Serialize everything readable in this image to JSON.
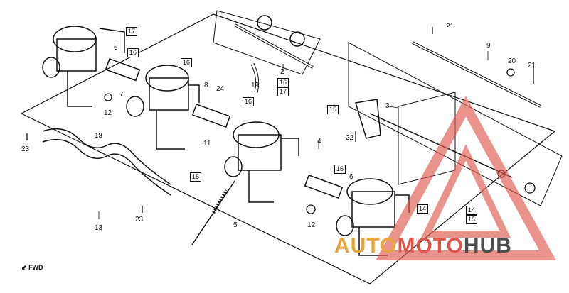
{
  "watermark": {
    "part1": "AUTO",
    "part2": "MOTO",
    "part3": "HUB",
    "color1": "#e8a43c",
    "color2": "#e0554a",
    "color3": "#4d4d4d"
  },
  "fwd_label": "FWD",
  "callouts": {
    "n2": "2",
    "n3": "3",
    "n4": "4",
    "n5": "5",
    "n6a": "6",
    "n6b": "6",
    "n7": "7",
    "n8": "8",
    "n9": "9",
    "n11": "11",
    "n12a": "12",
    "n12b": "12",
    "n13": "13",
    "n18": "18",
    "n19": "19",
    "n20": "20",
    "n21a": "21",
    "n21b": "21",
    "n22": "22",
    "n23a": "23",
    "n23b": "23",
    "n24": "24"
  },
  "boxed": {
    "b17a": "17",
    "b16a": "16",
    "b16b": "16",
    "b16c": "16",
    "b16d": "16",
    "b16e": "16",
    "b17b": "17",
    "b15a": "15",
    "b15b": "15",
    "b15c": "15",
    "b14a": "14",
    "b14b": "14"
  }
}
